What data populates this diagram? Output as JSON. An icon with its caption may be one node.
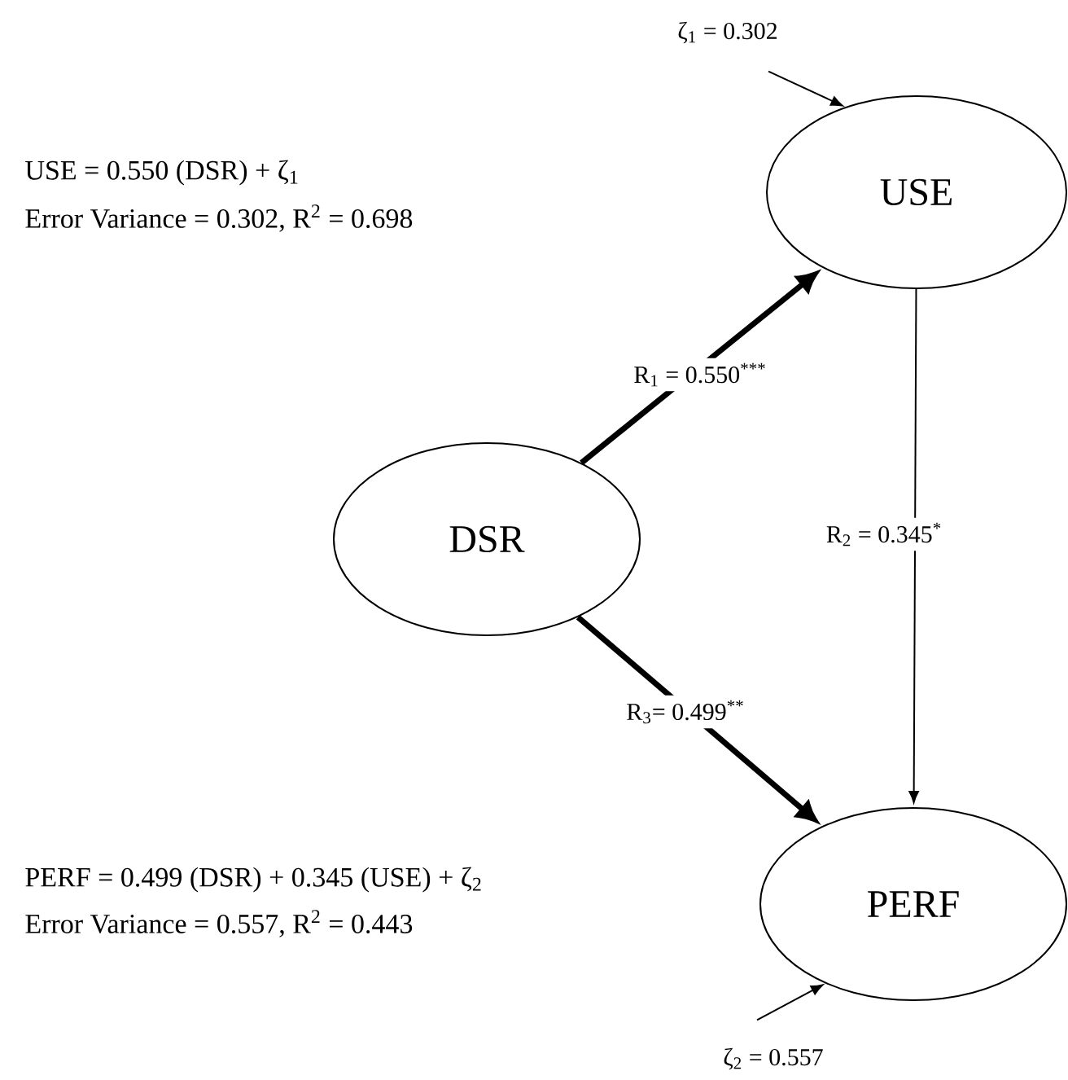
{
  "diagram": {
    "nodes": [
      {
        "text": [
          "ζ$_{1}$ = 0.302"
        ]
      },
      {
        "text": [
          "USE"
        ]
      },
      {
        "text": [
          "DSR"
        ]
      },
      {
        "text": [
          "PERF"
        ]
      },
      {
        "text": [
          "ζ$_{2}$ = 0.557"
        ]
      }
    ],
    "edges": [
      {
        "from": 0,
        "to": 1,
        "arrow": "to"
      },
      {
        "from": 2,
        "to": 1,
        "arrow": "to",
        "label": "R$_{1}$ = 0.550$^{***}$",
        "style": "thick"
      },
      {
        "from": 1,
        "to": 3,
        "arrow": "to",
        "label": "R$_{2}$ = 0.345$^{*}$"
      },
      {
        "from": 2,
        "to": 3,
        "arrow": "to",
        "label": "R$_{3}$= 0.499$^{**}$",
        "style": "thick"
      },
      {
        "from": 4,
        "to": 3,
        "arrow": "to"
      }
    ],
    "labels": [
      "USE = 0.550 (DSR) + ζ$_{1}$",
      "Error Variance = 0.302, R$^{2}$ = 0.698",
      "PERF = 0.499 (DSR) + 0.345 (USE) + ζ$_{2}$",
      "Error Variance = 0.557, R$^{2}$ = 0.443"
    ]
  }
}
